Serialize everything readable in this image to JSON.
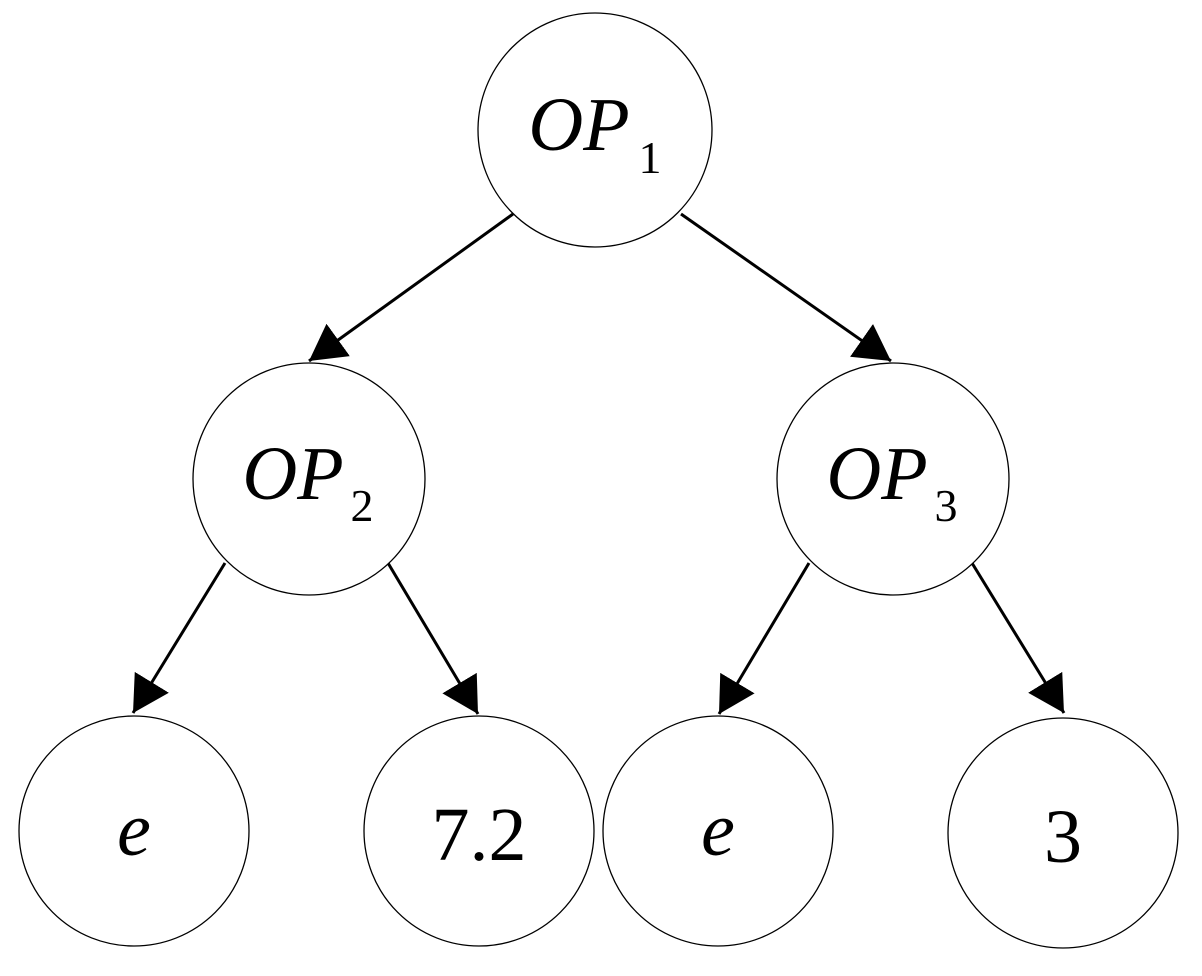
{
  "diagram": {
    "kind": "expression-tree",
    "background_color": "#ffffff",
    "node_fill_color": "#ffffff",
    "line_color": "#000000",
    "nodes": {
      "op1": {
        "label": "OP",
        "subscript": "1",
        "role": "operator",
        "level": "root"
      },
      "op2": {
        "label": "OP",
        "subscript": "2",
        "role": "operator",
        "level": "middle"
      },
      "op3": {
        "label": "OP",
        "subscript": "3",
        "role": "operator",
        "level": "middle"
      },
      "leaf_e_left": {
        "label": "e",
        "role": "operand",
        "level": "leaf"
      },
      "leaf_7_2": {
        "label": "7.2",
        "role": "operand",
        "level": "leaf"
      },
      "leaf_e_right": {
        "label": "e",
        "role": "operand",
        "level": "leaf"
      },
      "leaf_3": {
        "label": "3",
        "role": "operand",
        "level": "leaf"
      }
    },
    "edges": [
      {
        "from": "op1",
        "to": "op2"
      },
      {
        "from": "op1",
        "to": "op3"
      },
      {
        "from": "op2",
        "to": "leaf_e_left"
      },
      {
        "from": "op2",
        "to": "leaf_7_2"
      },
      {
        "from": "op3",
        "to": "leaf_e_right"
      },
      {
        "from": "op3",
        "to": "leaf_3"
      }
    ]
  }
}
